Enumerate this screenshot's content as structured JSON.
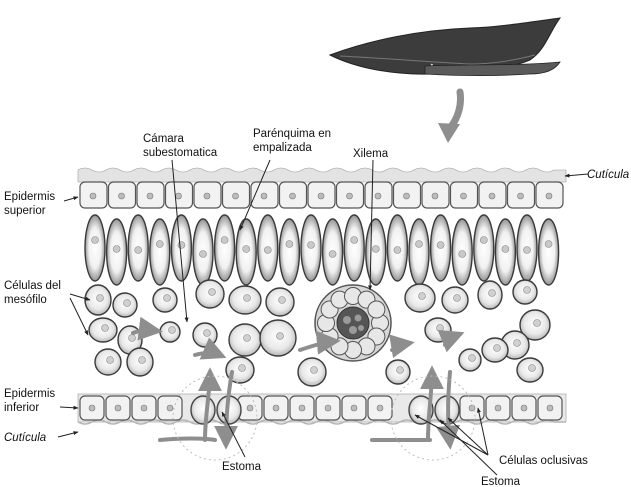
{
  "labels": {
    "camara": [
      "Cámara",
      "subestomatica"
    ],
    "parenquima": [
      "Parénquima en",
      "empalizada"
    ],
    "xilema": "Xilema",
    "cuticula_top": "Cutícula",
    "epidermis_sup": [
      "Epidermis",
      "superior"
    ],
    "celulas_mesofilo": [
      "Células del",
      "mesófilo"
    ],
    "epidermis_inf": [
      "Epidermis",
      "inferior"
    ],
    "cuticula_bottom": "Cutícula",
    "estoma_1": "Estoma",
    "celulas_oclusivas": "Células oclusivas",
    "estoma_2": "Estoma"
  },
  "colors": {
    "cell_fill": "#f3f3f3",
    "cell_stroke": "#4a4a4a",
    "cell_dark": "#8c8c8c",
    "arrow": "#8e8e8e",
    "leaf": "#3a3a3a"
  }
}
